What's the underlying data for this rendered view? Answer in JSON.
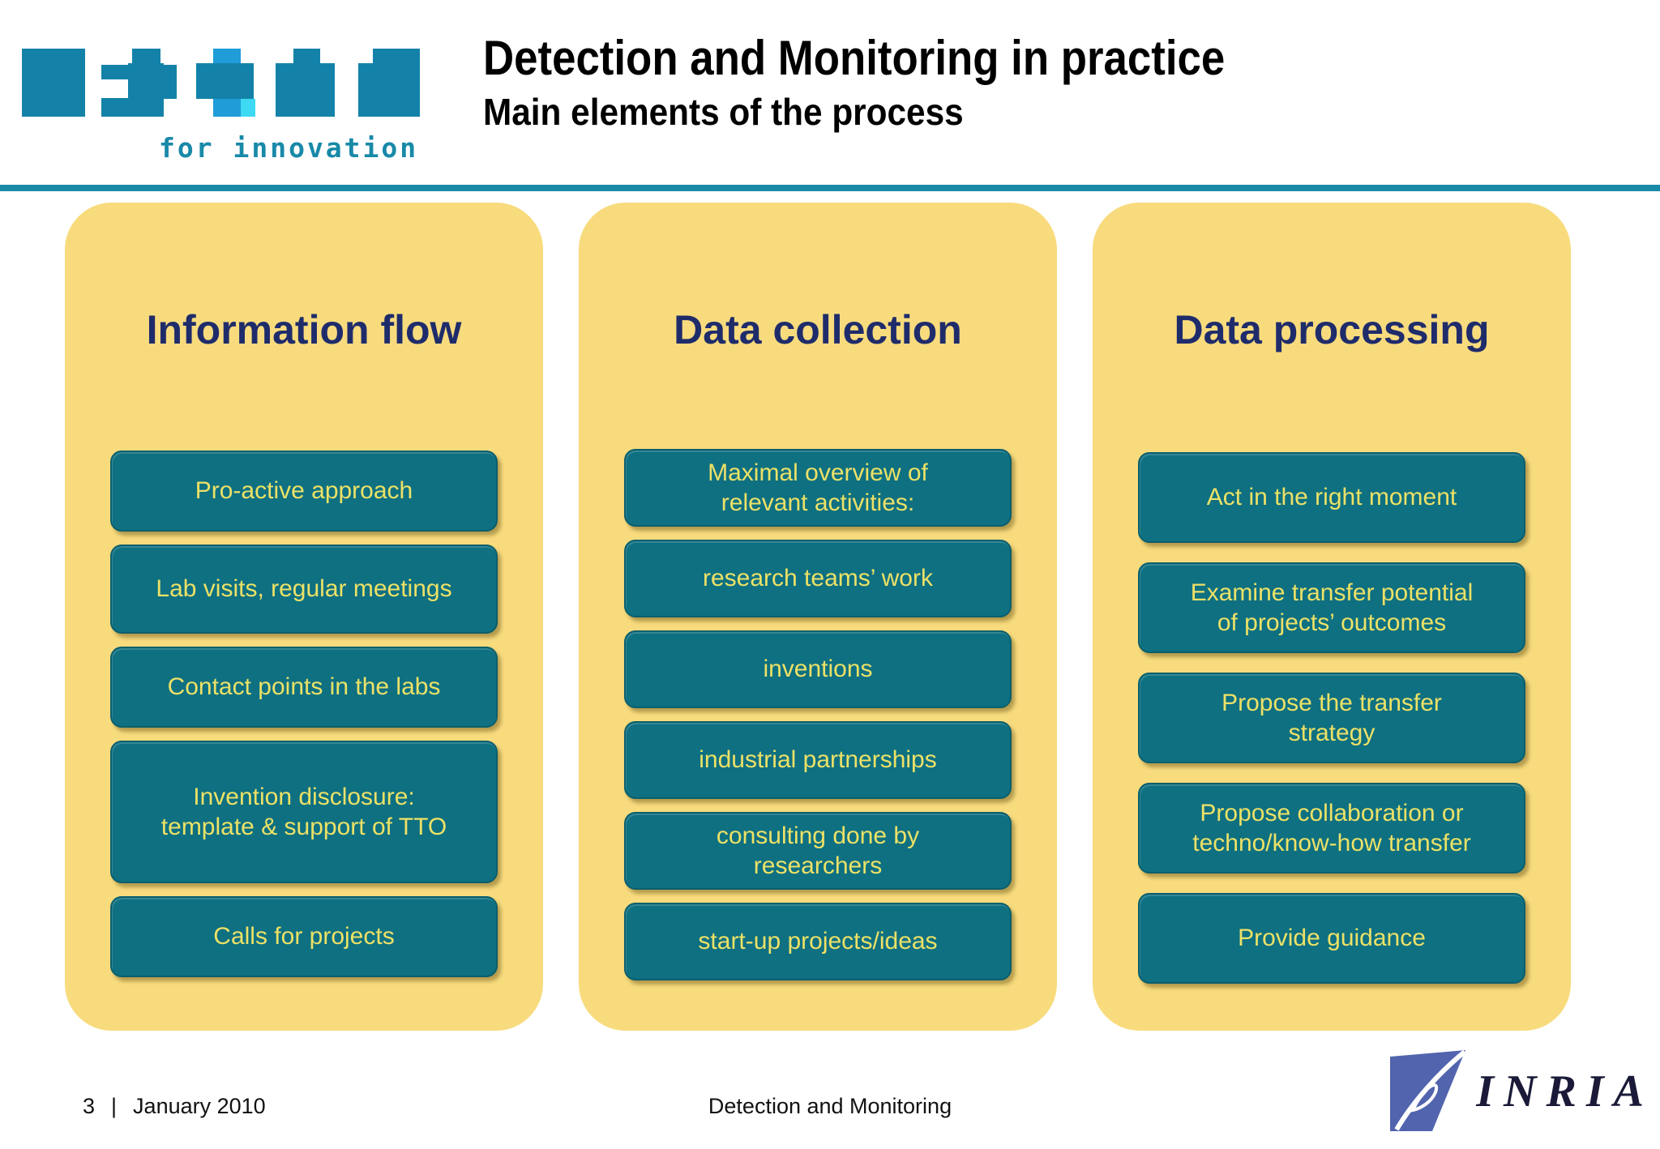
{
  "header": {
    "title": "Detection and Monitoring in practice",
    "subtitle": "Main elements of the process",
    "logo_tagline": "for innovation"
  },
  "columns": [
    {
      "title": "Information flow",
      "items": [
        "Pro-active approach",
        "Lab visits, regular meetings",
        "Contact points in the labs",
        "Invention disclosure:\ntemplate & support of TTO",
        "Calls for projects"
      ]
    },
    {
      "title": "Data collection",
      "items": [
        "Maximal overview of\nrelevant activities:",
        "research teams’ work",
        "inventions",
        "industrial partnerships",
        "consulting done by\nresearchers",
        "start-up projects/ideas"
      ]
    },
    {
      "title": "Data processing",
      "items": [
        "Act in the right moment",
        "Examine transfer potential\nof projects’ outcomes",
        "Propose the transfer\nstrategy",
        "Propose collaboration or\ntechno/know-how transfer",
        "Provide guidance"
      ]
    }
  ],
  "footer": {
    "page_number": "3",
    "separator": "|",
    "date": "January 2010",
    "center_text": "Detection and Monitoring",
    "logo_text": "INRIA"
  },
  "colors": {
    "yellow": "#f8db7d",
    "teal": "#0e7081",
    "boxtext": "#ece167",
    "navy": "#1f2c6b",
    "divider": "#1989a8",
    "logo-teal": "#1482a8",
    "logo-lightblue": "#209cd8",
    "logo-cyan": "#3ed9f2",
    "inria-blue": "#5264ae"
  }
}
